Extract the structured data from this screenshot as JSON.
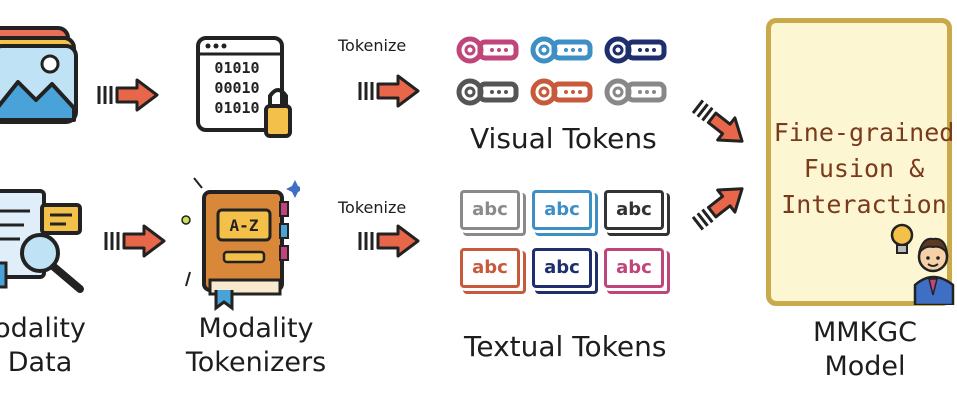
{
  "labels": {
    "source_modality_line1": "odality",
    "source_modality_line2": "Data",
    "tokenizers_line1": "Modality",
    "tokenizers_line2": "Tokenizers",
    "tokenize_top": "Tokenize",
    "tokenize_bottom": "Tokenize",
    "visual_tokens": "Visual Tokens",
    "textual_tokens": "Textual Tokens",
    "model_line1": "MMKGC",
    "model_line2": "Model"
  },
  "model_box": {
    "line1": "Fine-grained",
    "line2": "Fusion &",
    "line3": "Interaction"
  },
  "binary_lines": [
    "01010",
    "00010",
    "01010"
  ],
  "book_text": "A-Z",
  "text_tokens": [
    "abc",
    "abc",
    "abc",
    "abc",
    "abc",
    "abc"
  ],
  "colors": {
    "arrow": "#e8674a",
    "key_colors": [
      "#c0457a",
      "#3e8fc4",
      "#1f2f6e",
      "#555555",
      "#c85a3c",
      "#888888"
    ],
    "abc_colors": [
      "#8a8a8a",
      "#3e8fc4",
      "#333333",
      "#c85a3c",
      "#1f2f6e",
      "#c0457a"
    ],
    "model_border": "#c9a94a",
    "model_fill": "#fdf6d2"
  }
}
